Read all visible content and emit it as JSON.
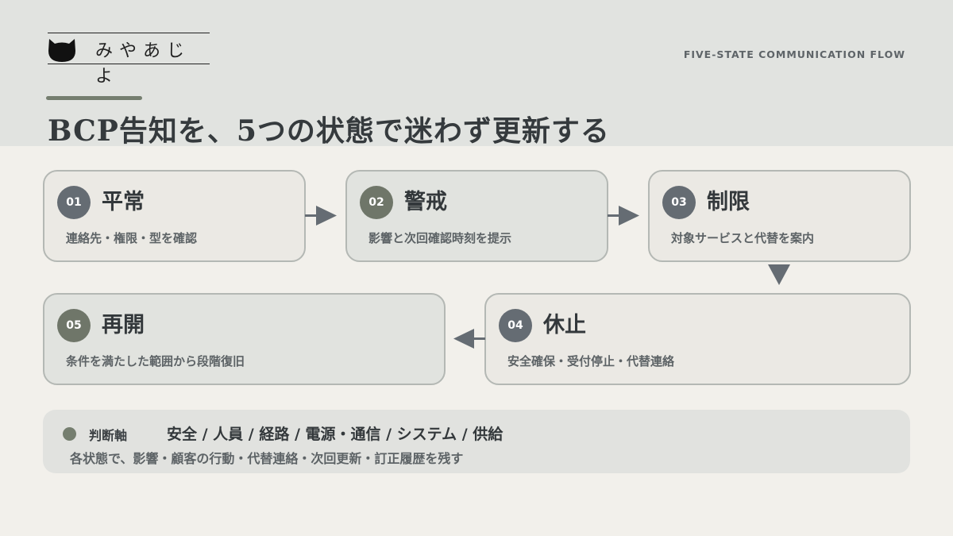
{
  "header": {
    "logo_text": "みやあじよ",
    "eyebrow": "FIVE-STATE COMMUNICATION FLOW",
    "title": "BCP告知を、5つの状態で迷わず更新する"
  },
  "steps": [
    {
      "number": "01",
      "title": "平常",
      "description": "連絡先・権限・型を確認"
    },
    {
      "number": "02",
      "title": "警戒",
      "description": "影響と次回確認時刻を提示"
    },
    {
      "number": "03",
      "title": "制限",
      "description": "対象サービスと代替を案内"
    },
    {
      "number": "04",
      "title": "休止",
      "description": "安全確保・受付停止・代替連絡"
    },
    {
      "number": "05",
      "title": "再開",
      "description": "条件を満たした範囲から段階復旧"
    }
  ],
  "footer": {
    "label": "判断軸",
    "criteria": "安全 / 人員 / 経路 / 電源・通信 / システム / 供給",
    "note": "各状態で、影響・顧客の行動・代替連絡・次回更新・訂正履歴を残す"
  },
  "colors": {
    "background": "#f2f0eb",
    "header_band": "#e1e3e0",
    "badge_slate": "#656c73",
    "badge_olive": "#6f7669",
    "arrow": "#656c73"
  }
}
